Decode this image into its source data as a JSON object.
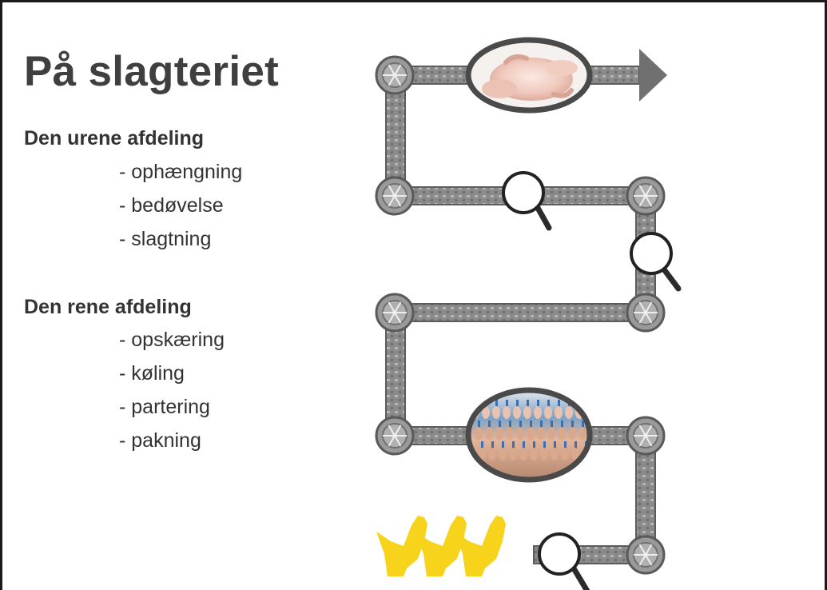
{
  "title": "På slagteriet",
  "sections": [
    {
      "heading": "Den urene afdeling",
      "items": [
        "- ophængning",
        "- bedøvelse",
        "- slagtning"
      ]
    },
    {
      "heading": "Den rene afdeling",
      "items": [
        "- opskæring",
        "- køling",
        "- partering",
        "- pakning"
      ]
    }
  ],
  "colors": {
    "belt": "#8a8a8a",
    "belt_dark": "#5c5c5c",
    "belt_light": "#c8c8c8",
    "chicken_icon": "#f7d31c",
    "magnifier_ring": "#222222",
    "photo_frame": "#4a4a4a"
  },
  "icons": {
    "start": "yellow-chicken-silhouettes",
    "end": "arrow-right",
    "inspection": "magnifier",
    "photos": [
      "whole-plucked-chicken-photo",
      "processing-line-photo"
    ]
  }
}
